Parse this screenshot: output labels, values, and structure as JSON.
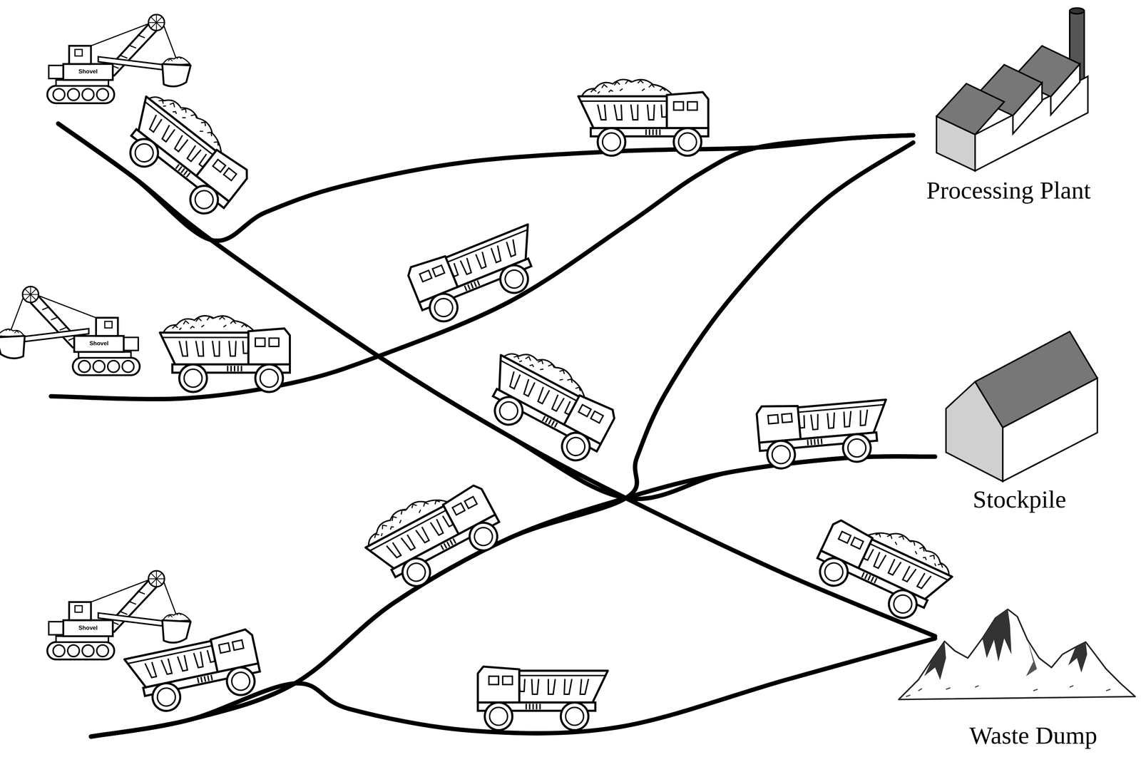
{
  "diagram": {
    "nodes": [
      {
        "text": [
          "Shovel"
        ]
      },
      {
        "text": [
          "Processing Plant"
        ]
      },
      {
        "text": [
          "Shovel"
        ]
      },
      {
        "text": [
          "Stockpile"
        ]
      },
      {
        "text": [
          "Shovel"
        ]
      },
      {
        "text": [
          "Waste Dump"
        ]
      }
    ],
    "edges": [
      {
        "from": 0,
        "to": 1,
        "arrow": "none"
      },
      {
        "from": 0,
        "to": 3,
        "arrow": "none"
      },
      {
        "from": 0,
        "to": 5,
        "arrow": "none"
      },
      {
        "from": 2,
        "to": 1,
        "arrow": "none"
      },
      {
        "from": 4,
        "to": 1,
        "arrow": "none"
      },
      {
        "from": 4,
        "to": 3,
        "arrow": "none"
      },
      {
        "from": 4,
        "to": 5,
        "arrow": "none"
      }
    ]
  }
}
